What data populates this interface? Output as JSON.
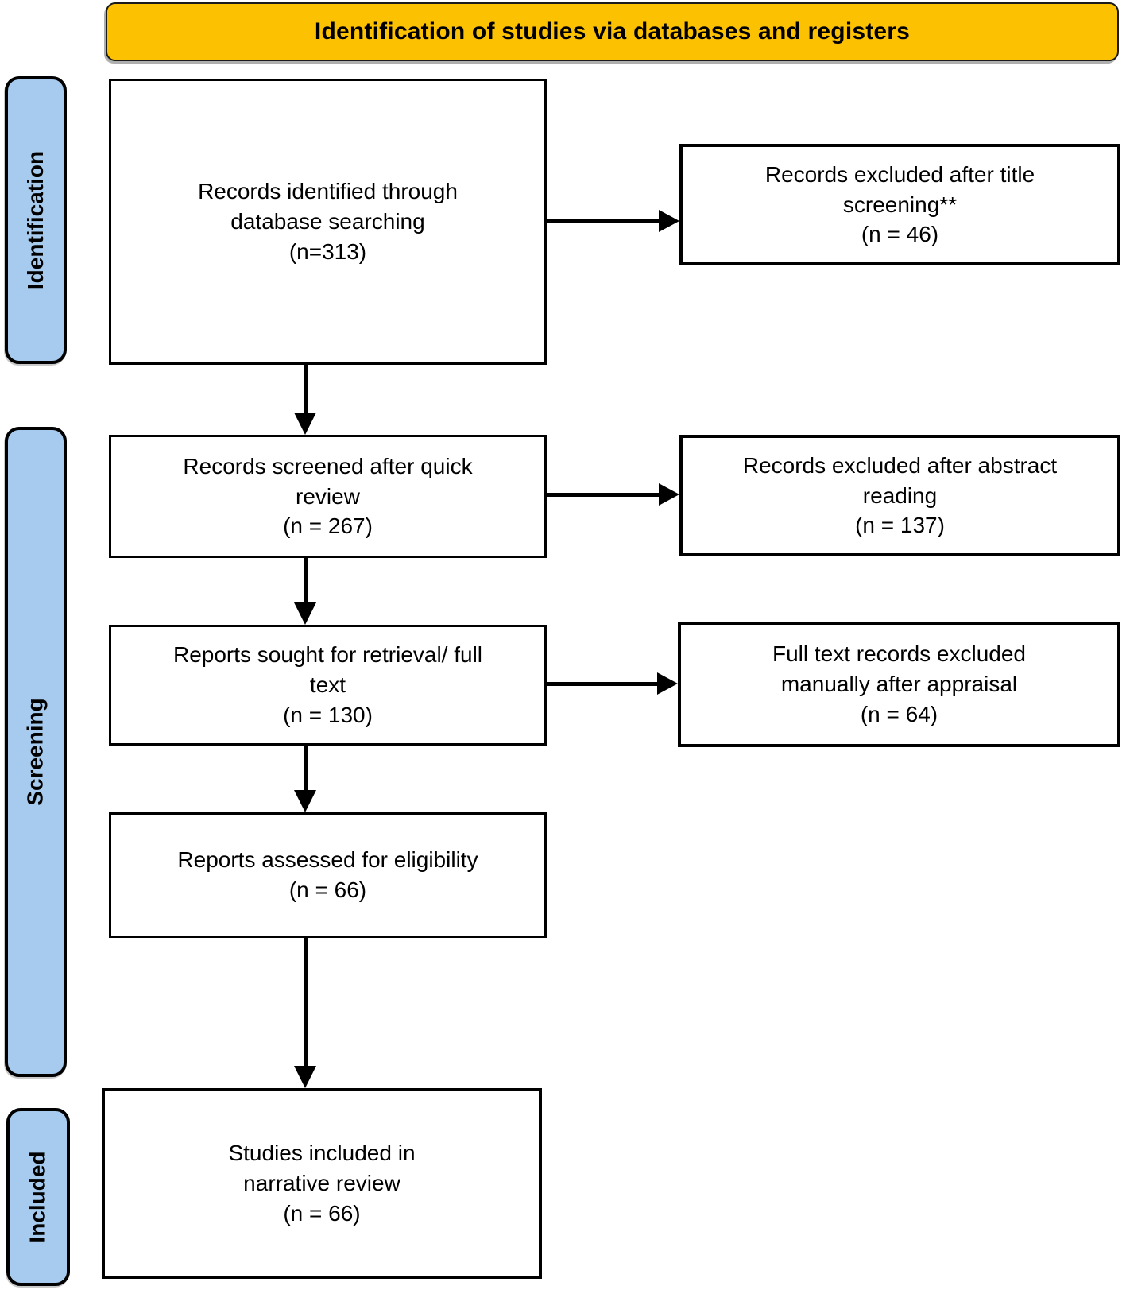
{
  "title": "Identification of studies via databases and registers",
  "stages": [
    {
      "id": "identification",
      "label": "Identification"
    },
    {
      "id": "screening",
      "label": "Screening"
    },
    {
      "id": "included",
      "label": "Included"
    }
  ],
  "boxes": {
    "records_identified": {
      "text": "Records identified through\ndatabase searching\n(n=313)",
      "n": 313
    },
    "records_screened": {
      "text": "Records screened after quick\nreview\n(n = 267)",
      "n": 267
    },
    "reports_sought": {
      "text": "Reports sought for retrieval/ full\ntext\n(n = 130)",
      "n": 130
    },
    "reports_assessed": {
      "text": "Reports assessed for eligibility\n(n = 66)",
      "n": 66
    },
    "studies_included": {
      "text": "Studies included in\nnarrative review\n(n = 66)",
      "n": 66
    },
    "excluded_title": {
      "text": "Records excluded after title\nscreening**\n(n = 46)",
      "n": 46
    },
    "excluded_abstract": {
      "text": "Records excluded after abstract\nreading\n(n = 137)",
      "n": 137
    },
    "excluded_fulltext": {
      "text": "Full text records excluded\nmanually after appraisal\n(n = 64)",
      "n": 64
    }
  },
  "colors": {
    "header_bg": "#FCC101",
    "stage_bg": "#A6CBEE",
    "border": "#000000"
  }
}
